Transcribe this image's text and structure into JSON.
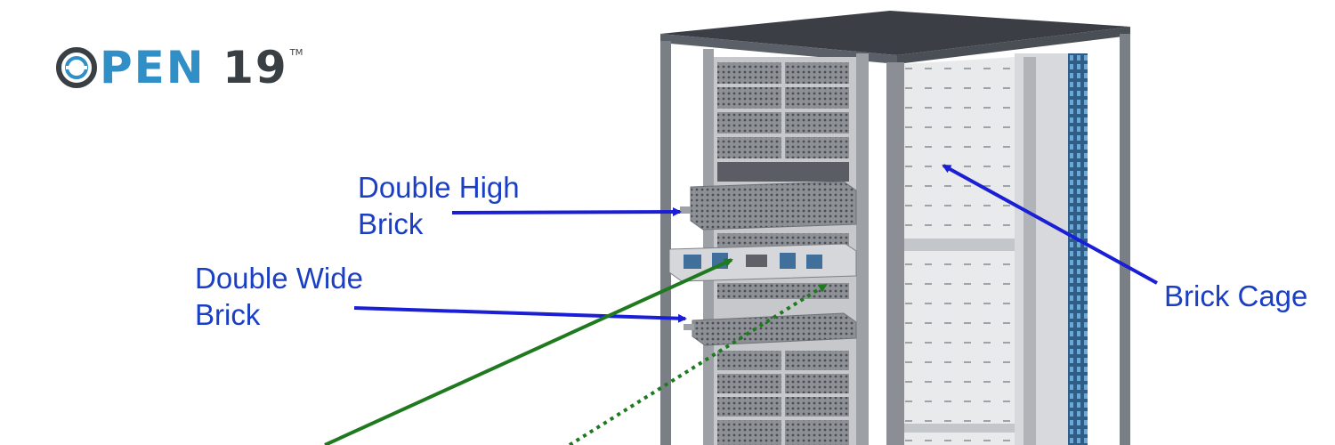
{
  "logo": {
    "text_prefix": "",
    "text_blue": "PEN",
    "text_suffix": " 19",
    "trademark": "TM",
    "colors": {
      "ring": "#3a3f44",
      "accent": "#2f8fc6"
    }
  },
  "labels": {
    "double_high_line1": "Double High",
    "double_high_line2": "Brick",
    "double_wide_line1": "Double Wide",
    "double_wide_line2": "Brick",
    "brick_cage": "Brick Cage"
  },
  "colors": {
    "label_text": "#1a3fc4",
    "arrow_blue": "#1a1fd6",
    "arrow_green": "#1f7a1f",
    "rack_frame": "#6c7077",
    "rack_panel": "#b9bcc0",
    "side_panel": "#e6e7e9"
  }
}
